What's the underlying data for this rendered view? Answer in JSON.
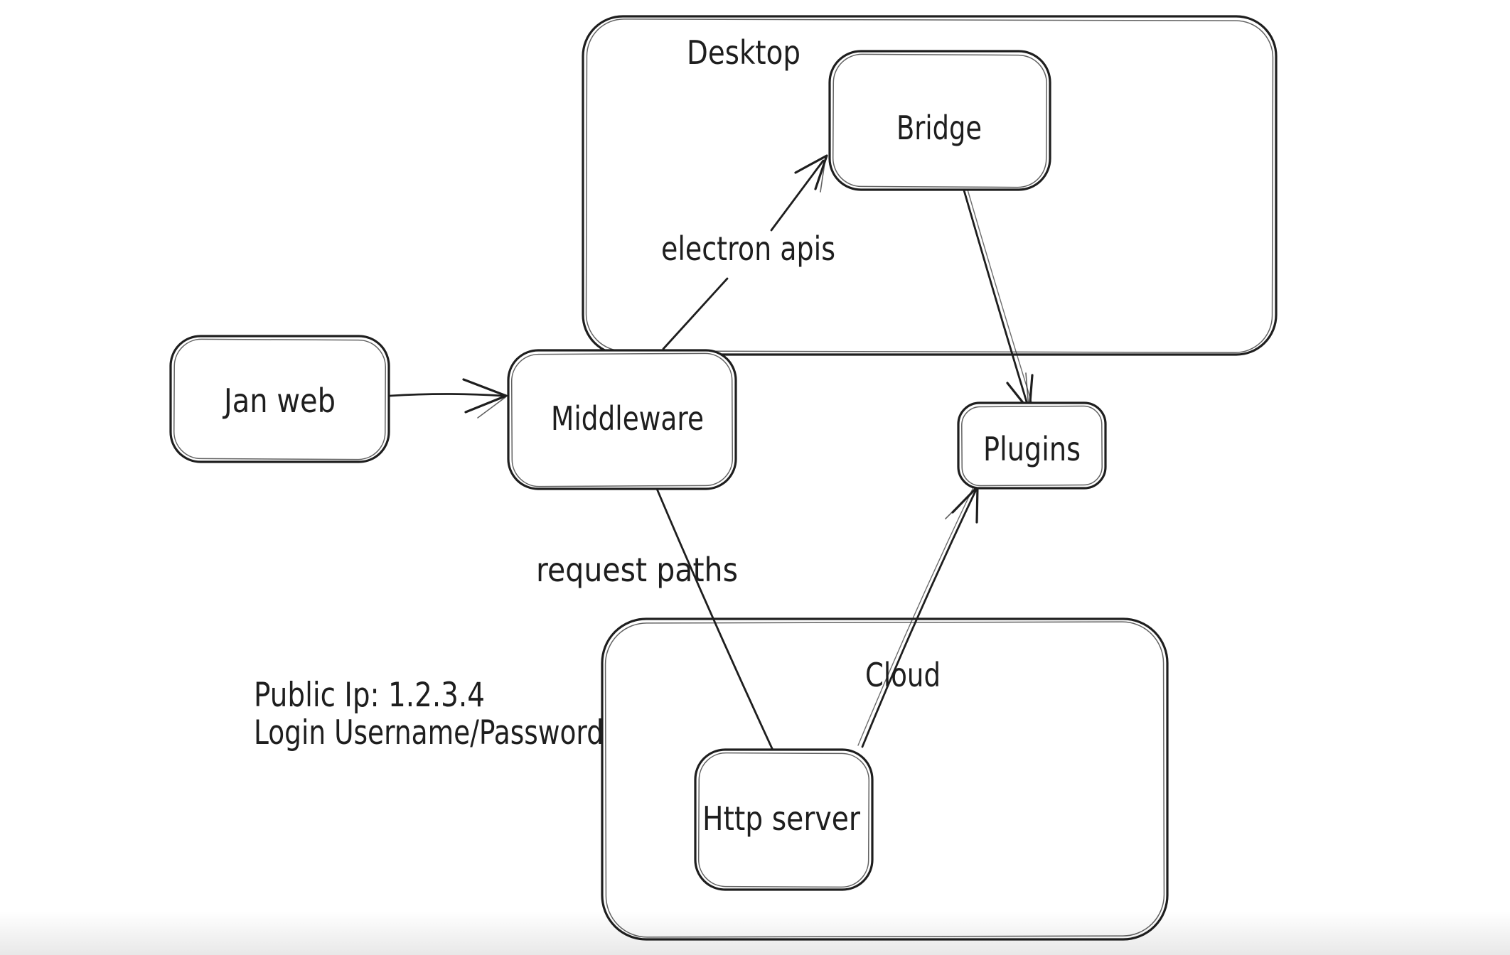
{
  "colors": {
    "stroke": "#1e1e1e",
    "canvas_background": "#ffffff",
    "bottom_fade": "#e8e8e8"
  },
  "diagram": {
    "containers": {
      "desktop": {
        "label": "Desktop"
      },
      "cloud": {
        "label": "Cloud"
      }
    },
    "nodes": {
      "jan_web": {
        "label": "Jan web"
      },
      "middleware": {
        "label": "Middleware"
      },
      "bridge": {
        "label": "Bridge"
      },
      "plugins": {
        "label": "Plugins"
      },
      "http_server": {
        "label": "Http server"
      }
    },
    "edges": {
      "jan_web_to_middleware": {
        "from": "Jan web",
        "to": "Middleware",
        "label": ""
      },
      "middleware_to_bridge": {
        "from": "Middleware",
        "to": "Bridge",
        "label": "electron apis"
      },
      "bridge_to_plugins": {
        "from": "Bridge",
        "to": "Plugins",
        "label": ""
      },
      "middleware_to_http_server": {
        "from": "Middleware",
        "to": "Http server",
        "label": "request paths"
      },
      "http_server_to_plugins": {
        "from": "Http server",
        "to": "Plugins",
        "label": ""
      }
    },
    "annotation": {
      "line1": "Public Ip: 1.2.3.4",
      "line2": "Login Username/Password"
    }
  }
}
